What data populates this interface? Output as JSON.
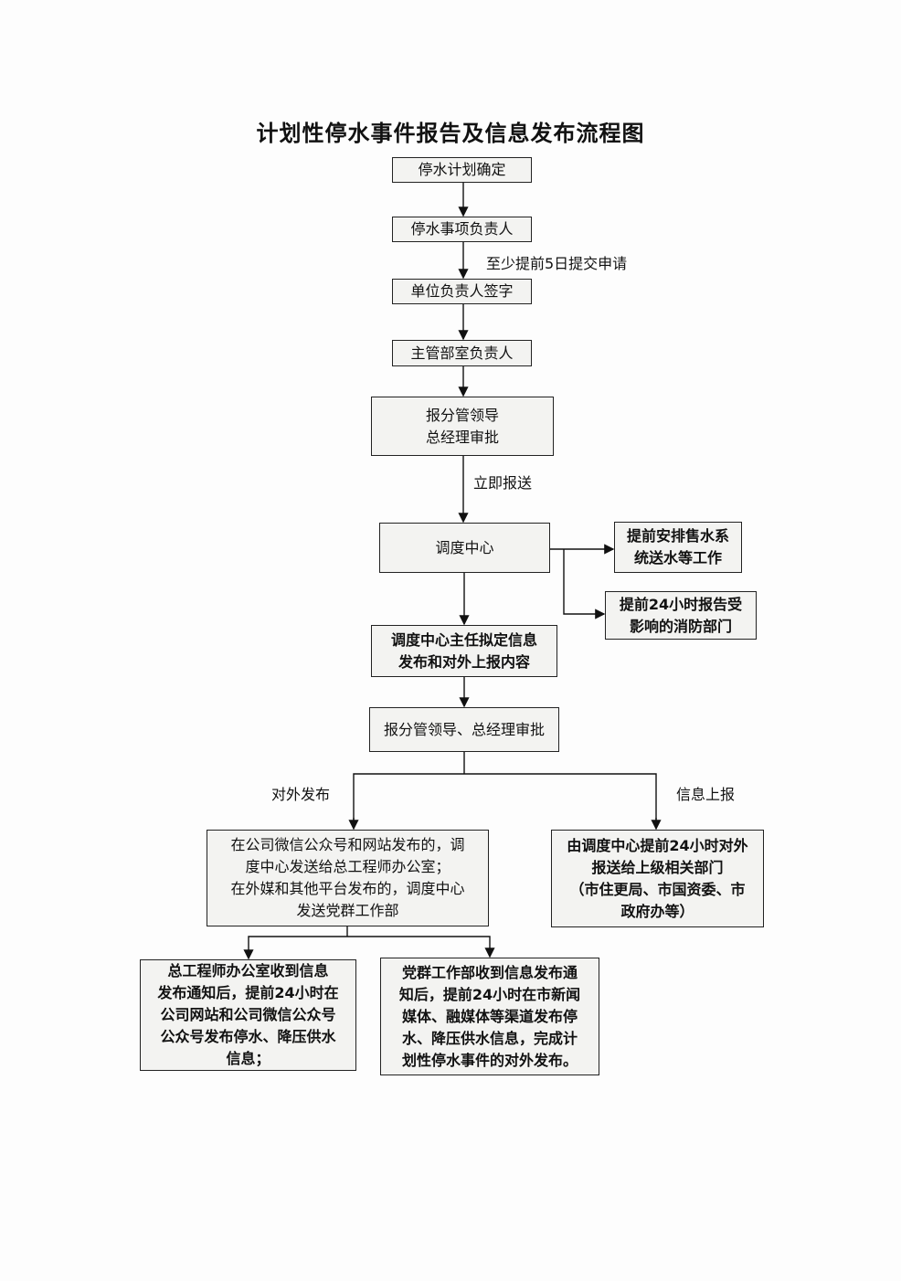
{
  "title": "计划性停水事件报告及信息发布流程图",
  "nodes": {
    "n1": "停水计划确定",
    "n2": "停水事项负责人",
    "n3": "单位负责人签字",
    "n4": "主管部室负责人",
    "n5": "报分管领导\n总经理审批",
    "n6": "调度中心",
    "n6a": "提前安排售水系\n统送水等工作",
    "n6b": "提前24小时报告受\n影响的消防部门",
    "n7": "调度中心主任拟定信息\n发布和对外上报内容",
    "n8": "报分管领导、总经理审批",
    "n9": "在公司微信公众号和网站发布的，调\n度中心发送给总工程师办公室；\n在外媒和其他平台发布的，调度中心\n发送党群工作部",
    "n10": "由调度中心提前24小时对外\n报送给上级相关部门\n（市住更局、市国资委、市\n政府办等）",
    "n11": "总工程师办公室收到信息\n发布通知后，提前24小时在\n公司网站和公司微信公众号\n公众号发布停水、降压供水\n信息；",
    "n12": "党群工作部收到信息发布通\n知后，提前24小时在市新闻\n媒体、融媒体等渠道发布停\n水、降压供水信息，完成计\n划性停水事件的对外发布。"
  },
  "edge_labels": {
    "e2": "至少提前5日提交申请",
    "e5": "立即报送",
    "left": "对外发布",
    "right": "信息上报"
  }
}
